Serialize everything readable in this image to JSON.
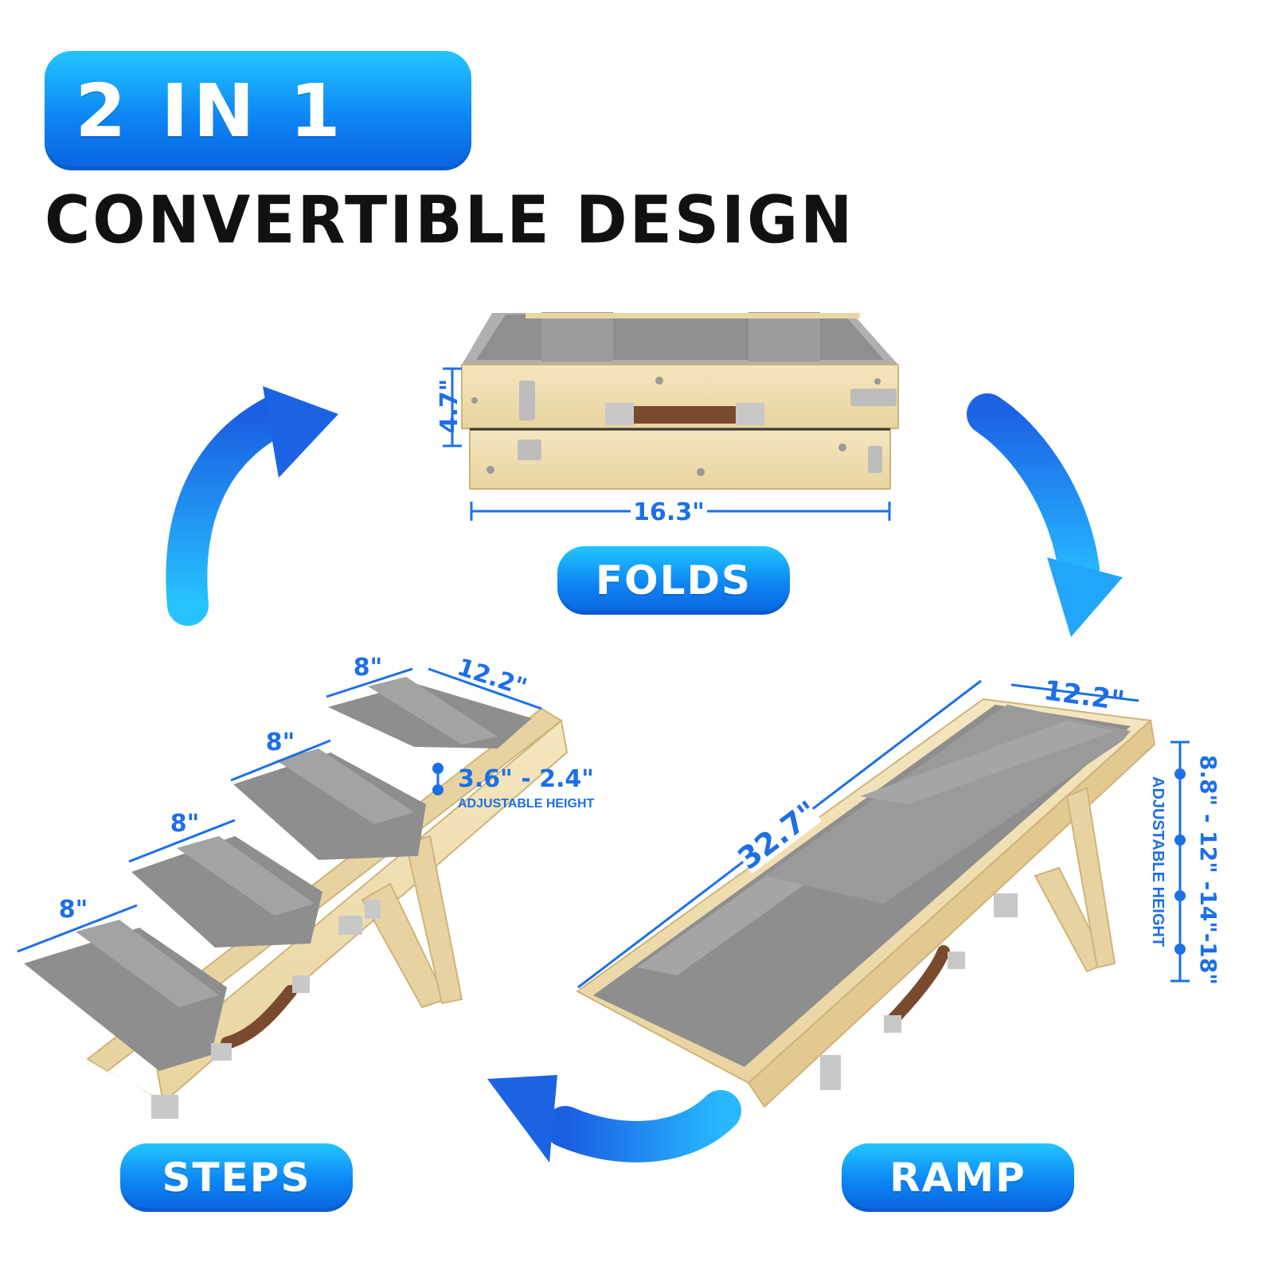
{
  "hero": {
    "badge": "2 IN 1",
    "headline": "CONVERTIBLE DESIGN"
  },
  "modes": {
    "folds": "FOLDS",
    "steps": "STEPS",
    "ramp": "RAMP"
  },
  "folds_dims": {
    "height": "4.7\"",
    "width": "16.3\""
  },
  "steps_dims": {
    "depth1": "8\"",
    "depth2": "8\"",
    "depth3": "8\"",
    "depth4": "8\"",
    "width": "12.2\"",
    "height": "3.6\" - 2.4\"",
    "height_label": "ADJUSTABLE HEIGHT"
  },
  "ramp_dims": {
    "length": "32.7\"",
    "width": "12.2\"",
    "height": "8.8\" - 12\" -14\"-18\"",
    "height_label": "ADJUSTABLE HEIGHT"
  },
  "colors": {
    "accent": "#1d6fe6",
    "arrow": "#1f8cf3",
    "wood": "#f0dfb4",
    "carpet": "#8c8c8c"
  }
}
